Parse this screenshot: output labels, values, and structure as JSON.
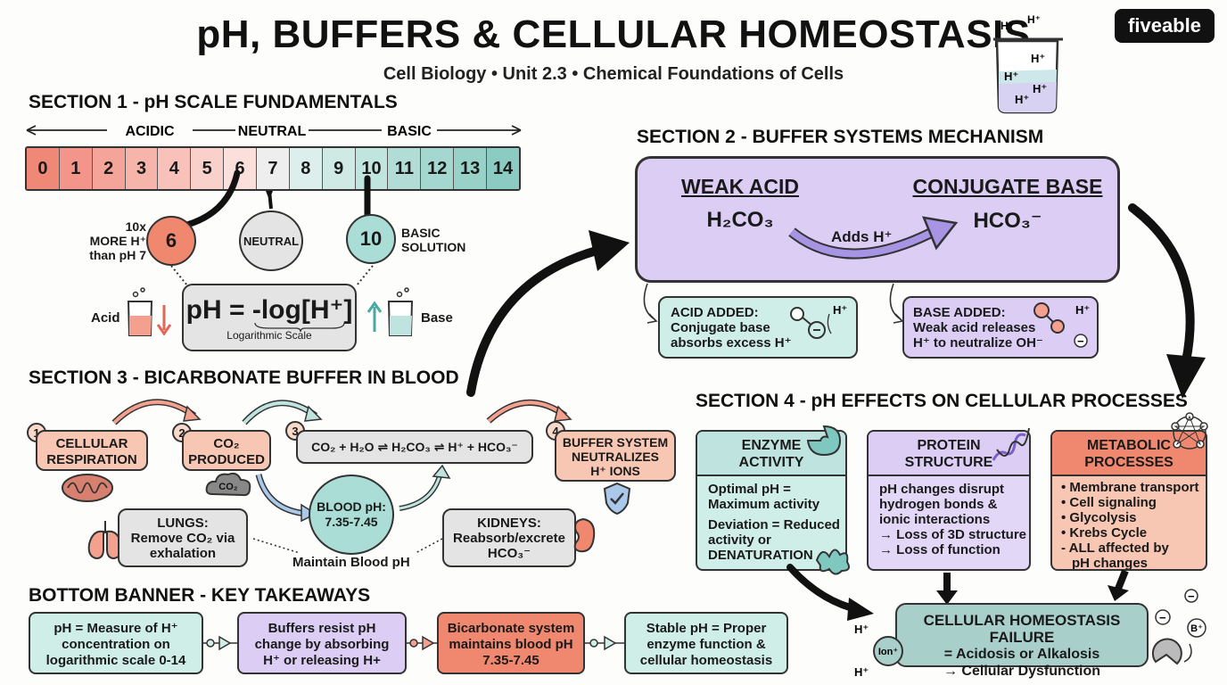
{
  "header": {
    "title": "pH, BUFFERS & CELLULAR HOMEOSTASIS",
    "subtitle": "Cell Biology • Unit 2.3 • Chemical Foundations of Cells",
    "logo": "fiveable",
    "beaker_labels": [
      "H⁺",
      "H⁺",
      "H⁺",
      "H⁺",
      "H⁺",
      "H⁺"
    ]
  },
  "section1": {
    "heading": "SECTION 1 - pH SCALE FUNDAMENTALS",
    "zones": {
      "acidic": "ACIDIC",
      "neutral": "NEUTRAL",
      "basic": "BASIC"
    },
    "scale": [
      "0",
      "1",
      "2",
      "3",
      "4",
      "5",
      "6",
      "7",
      "8",
      "9",
      "10",
      "11",
      "12",
      "13",
      "14"
    ],
    "scale_colors": [
      "#f08878",
      "#f3958a",
      "#f5a49a",
      "#f7b4aa",
      "#f8c1b9",
      "#fad1ca",
      "#fbdfda",
      "#eeeeee",
      "#dcefec",
      "#cfeae5",
      "#c0e4de",
      "#b2ddd7",
      "#a4d7cf",
      "#97d1c8",
      "#8bcbc1"
    ],
    "ph6_circle": "6",
    "ph6_note": [
      "10x",
      "MORE H⁺",
      "than pH 7"
    ],
    "neutral_circle": "NEUTRAL",
    "ph10_circle": "10",
    "ph10_note": [
      "BASIC",
      "SOLUTION"
    ],
    "formula": "pH = -log[H⁺]",
    "formula_caption": "Logarithmic Scale",
    "acid_label": "Acid",
    "base_label": "Base"
  },
  "section2": {
    "heading": "SECTION 2 - BUFFER SYSTEMS MECHANISM",
    "weak_acid_title": "WEAK ACID",
    "weak_acid_formula": "H₂CO₃",
    "conj_base_title": "CONJUGATE BASE",
    "conj_base_formula": "HCO₃⁻",
    "arrow_label": "Adds H⁺",
    "acid_added": [
      "ACID ADDED:",
      "Conjugate base",
      "absorbs excess H⁺"
    ],
    "base_added": [
      "BASE ADDED:",
      "Weak acid releases",
      "H⁺ to neutralize OH⁻"
    ],
    "icon_labels": [
      "H⁺",
      "H⁺",
      "−"
    ]
  },
  "section3": {
    "heading": "SECTION 3 - BICARBONATE BUFFER IN BLOOD",
    "steps": [
      {
        "num": "1",
        "lines": [
          "CELLULAR",
          "RESPIRATION"
        ]
      },
      {
        "num": "2",
        "lines": [
          "CO₂",
          "PRODUCED"
        ]
      },
      {
        "num": "3",
        "lines": [
          "CO₂ + H₂O ⇌ H₂CO₃ ⇌ H⁺ + HCO₃⁻"
        ]
      },
      {
        "num": "4",
        "lines": [
          "BUFFER SYSTEM",
          "NEUTRALIZES",
          "H⁺ IONS"
        ]
      }
    ],
    "co2_cloud": "CO₂",
    "blood_ph": [
      "BLOOD pH:",
      "7.35-7.45"
    ],
    "lungs": [
      "LUNGS:",
      "Remove CO₂ via",
      "exhalation"
    ],
    "kidneys": [
      "KIDNEYS:",
      "Reabsorb/excrete",
      "HCO₃⁻"
    ],
    "maintain": "Maintain Blood pH"
  },
  "section4": {
    "heading": "SECTION 4 - pH EFFECTS ON CELLULAR PROCESSES",
    "enzyme": {
      "title": [
        "ENZYME",
        "ACTIVITY"
      ],
      "lines": [
        "Optimal pH =",
        "Maximum activity",
        "",
        "Deviation = Reduced",
        "activity or",
        "DENATURATION"
      ]
    },
    "protein": {
      "title": [
        "PROTEIN",
        "STRUCTURE"
      ],
      "lines": [
        "pH changes disrupt",
        "hydrogen bonds &",
        "ionic interactions",
        "→ Loss of 3D structure",
        "→ Loss of function"
      ]
    },
    "metabolic": {
      "title": [
        "METABOLIC",
        "PROCESSES"
      ],
      "lines": [
        "• Membrane transport",
        "• Cell signaling",
        "• Glycolysis",
        "• Krebs Cycle",
        "- ALL affected by",
        "  pH changes"
      ]
    },
    "failure": [
      "CELLULAR HOMEOSTASIS FAILURE",
      "= Acidosis or Alkalosis",
      "→ Cellular Dysfunction"
    ],
    "ion_labels": [
      "H⁺",
      "Ion⁺",
      "H⁺",
      "−",
      "−",
      "B⁺"
    ]
  },
  "takeaways": {
    "heading": "BOTTOM BANNER - KEY TAKEAWAYS",
    "items": [
      [
        "pH = Measure of H⁺",
        "concentration on",
        "logarithmic scale 0-14"
      ],
      [
        "Buffers resist pH",
        "change by absorbing",
        "H⁺ or releasing H+"
      ],
      [
        "Bicarbonate system",
        "maintains blood pH",
        "7.35-7.45"
      ],
      [
        "Stable pH = Proper",
        "enzyme function &",
        "cellular homeostasis"
      ]
    ]
  },
  "colors": {
    "salmon": "#f7c7b4",
    "salmon_dark": "#f08870",
    "teal": "#cfeee8",
    "purple": "#e3d7f7",
    "purple_box": "#dccdf5",
    "gray": "#e4e4e4",
    "teal_dark": "#a9cfcb"
  }
}
